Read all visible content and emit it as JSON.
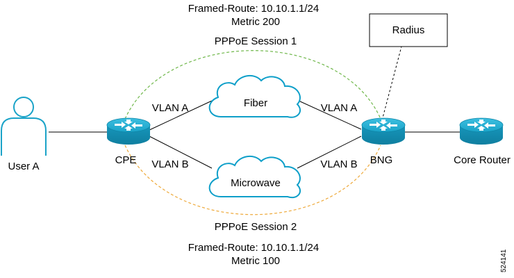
{
  "top_route": {
    "framed_route": "Framed-Route: 10.10.1.1/24",
    "metric": "Metric 200",
    "session": "PPPoE Session 1"
  },
  "bottom_route": {
    "session": "PPPoE Session 2",
    "framed_route": "Framed-Route: 10.10.1.1/24",
    "metric": "Metric 100"
  },
  "nodes": {
    "user": "User A",
    "cpe": "CPE",
    "bng": "BNG",
    "core_router": "Core Router",
    "radius": "Radius"
  },
  "clouds": {
    "fiber": "Fiber",
    "microwave": "Microwave"
  },
  "vlans": {
    "cpe_top": "VLAN A",
    "cpe_bottom": "VLAN B",
    "bng_top": "VLAN A",
    "bng_bottom": "VLAN B"
  },
  "figure_id": "524141",
  "colors": {
    "router_blue": "#1aa3c8",
    "router_dark": "#0f86a8",
    "session1_dash": "#6fb74a",
    "session2_dash": "#eeaa3c",
    "cloud_stroke": "#0e9fc9",
    "user_stroke": "#1aa3c8"
  }
}
